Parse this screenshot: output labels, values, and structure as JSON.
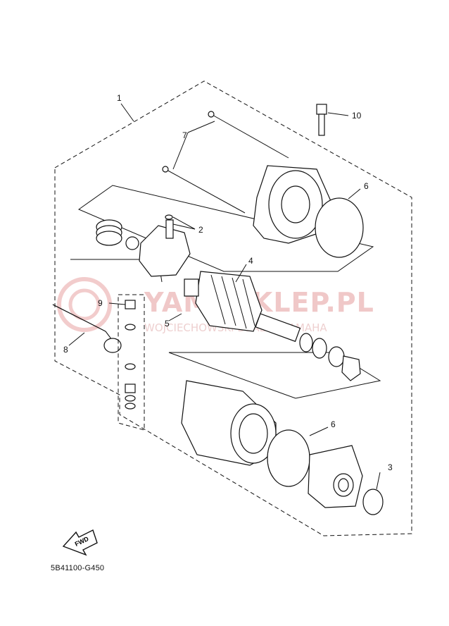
{
  "watermark": {
    "brand": "YAMASKLEP.PL",
    "subtitle": "WOJCIECHOWSKI DEALER YAMAHA"
  },
  "callouts": [
    "1",
    "2",
    "3",
    "4",
    "5",
    "6",
    "6",
    "7",
    "8",
    "9",
    "10"
  ],
  "fwd_label": "FWD",
  "diagram_code": "5B41100-G450"
}
